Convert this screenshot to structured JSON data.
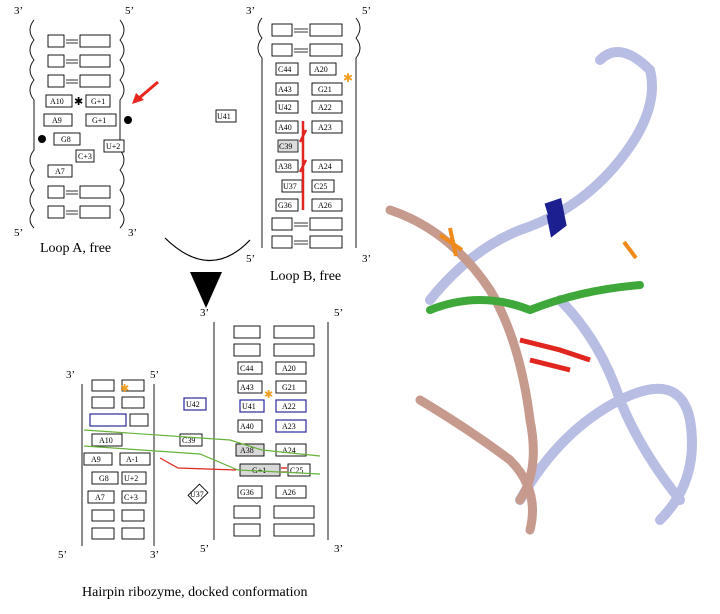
{
  "panels": {
    "loop_a": {
      "caption": "Loop A, free",
      "prime_labels": [
        "3’",
        "5’",
        "5’",
        "3’"
      ],
      "labels": [
        "A10",
        "G+1",
        "A9",
        "G+1",
        "G8",
        "C+3",
        "U+2",
        "A7"
      ]
    },
    "loop_b": {
      "caption": "Loop B, free",
      "prime_labels": [
        "3’",
        "5’",
        "5’",
        "3’"
      ],
      "labels": [
        "C44",
        "A20",
        "A43",
        "G21",
        "U42",
        "A22",
        "U41",
        "A40",
        "A23",
        "C39",
        "A38",
        "A24",
        "U37",
        "C25",
        "G36",
        "A26"
      ]
    },
    "docked": {
      "caption": "Hairpin ribozyme, docked conformation",
      "prime_labels": [
        "3’",
        "5’",
        "3’",
        "5’",
        "5’",
        "3’",
        "5’",
        "3’"
      ],
      "labels_a": [
        "A10",
        "A9",
        "A-1",
        "G8",
        "U+2",
        "A7",
        "C+3"
      ],
      "labels_b": [
        "C44",
        "A20",
        "A43",
        "G21",
        "U42",
        "U41",
        "A22",
        "A40",
        "A23",
        "C39",
        "A38",
        "A24",
        "G+1",
        "C25",
        "U37",
        "G36",
        "A26"
      ]
    },
    "structure": {
      "colors": {
        "strand_a": "#c79a8e",
        "strand_b": "#b8bde3",
        "green": "#3fa83a",
        "red": "#e0261e",
        "blue": "#1c1f8f",
        "orange": "#f08a1c"
      }
    }
  },
  "colors": {
    "arrow_red": "#e8261d",
    "highlight_red": "#e0261e",
    "blue_box": "#2b2a9a",
    "green_line": "#68b23c",
    "gray_fill": "#d8d8d8",
    "orange_star": "#f0a020"
  }
}
